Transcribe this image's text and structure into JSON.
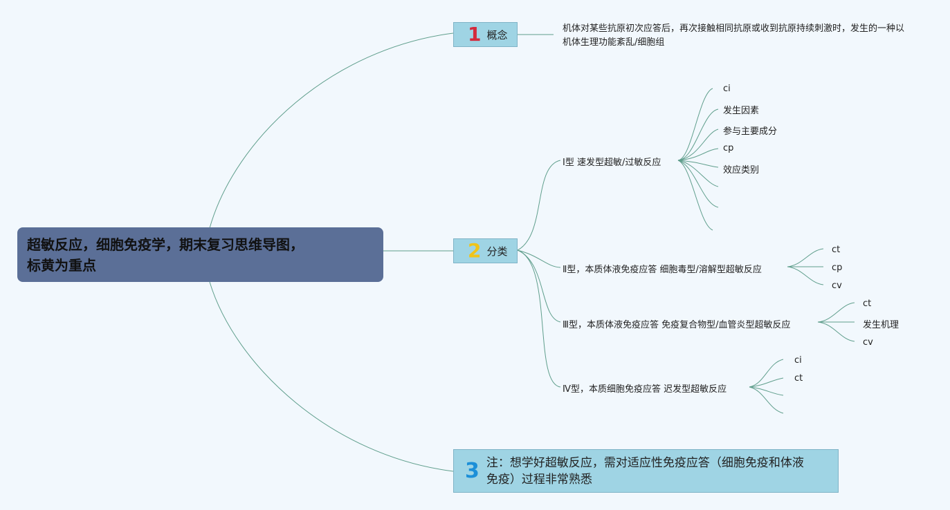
{
  "root": {
    "line1": "超敏反应，细胞免疫学，期末复习思维导图，",
    "line2": "标黄为重点"
  },
  "topic1": {
    "num": "1",
    "label": "概念",
    "detail": "机体对某些抗原初次应答后，再次接触相同抗原或收到抗原持续刺激时，发生的一种以机体生理功能紊乱/细胞组"
  },
  "topic2": {
    "num": "2",
    "label": "分类",
    "type1": {
      "label": "Ⅰ型 速发型超敏/过敏反应",
      "children": [
        "ci",
        "发生因素",
        "参与主要成分",
        "cp",
        "效应类别"
      ]
    },
    "type2": {
      "label": "Ⅱ型，本质体液免疫应答 细胞毒型/溶解型超敏反应",
      "children": [
        "ct",
        "cp",
        "cv"
      ]
    },
    "type3": {
      "label": "Ⅲ型，本质体液免疫应答 免疫复合物型/血管炎型超敏反应",
      "children": [
        "ct",
        "发生机理",
        "cv"
      ]
    },
    "type4": {
      "label": "Ⅳ型，本质细胞免疫应答 迟发型超敏反应",
      "children": [
        "ci",
        "ct"
      ]
    }
  },
  "topic3": {
    "num": "3",
    "line1": "注：想学好超敏反应，需对适应性免疫应答（细胞免疫和体液",
    "line2": "免疫）过程非常熟悉"
  },
  "colors": {
    "line": "#5f9e8c",
    "root_bg": "#5b6f97",
    "topic_bg": "#9fd4e4"
  }
}
